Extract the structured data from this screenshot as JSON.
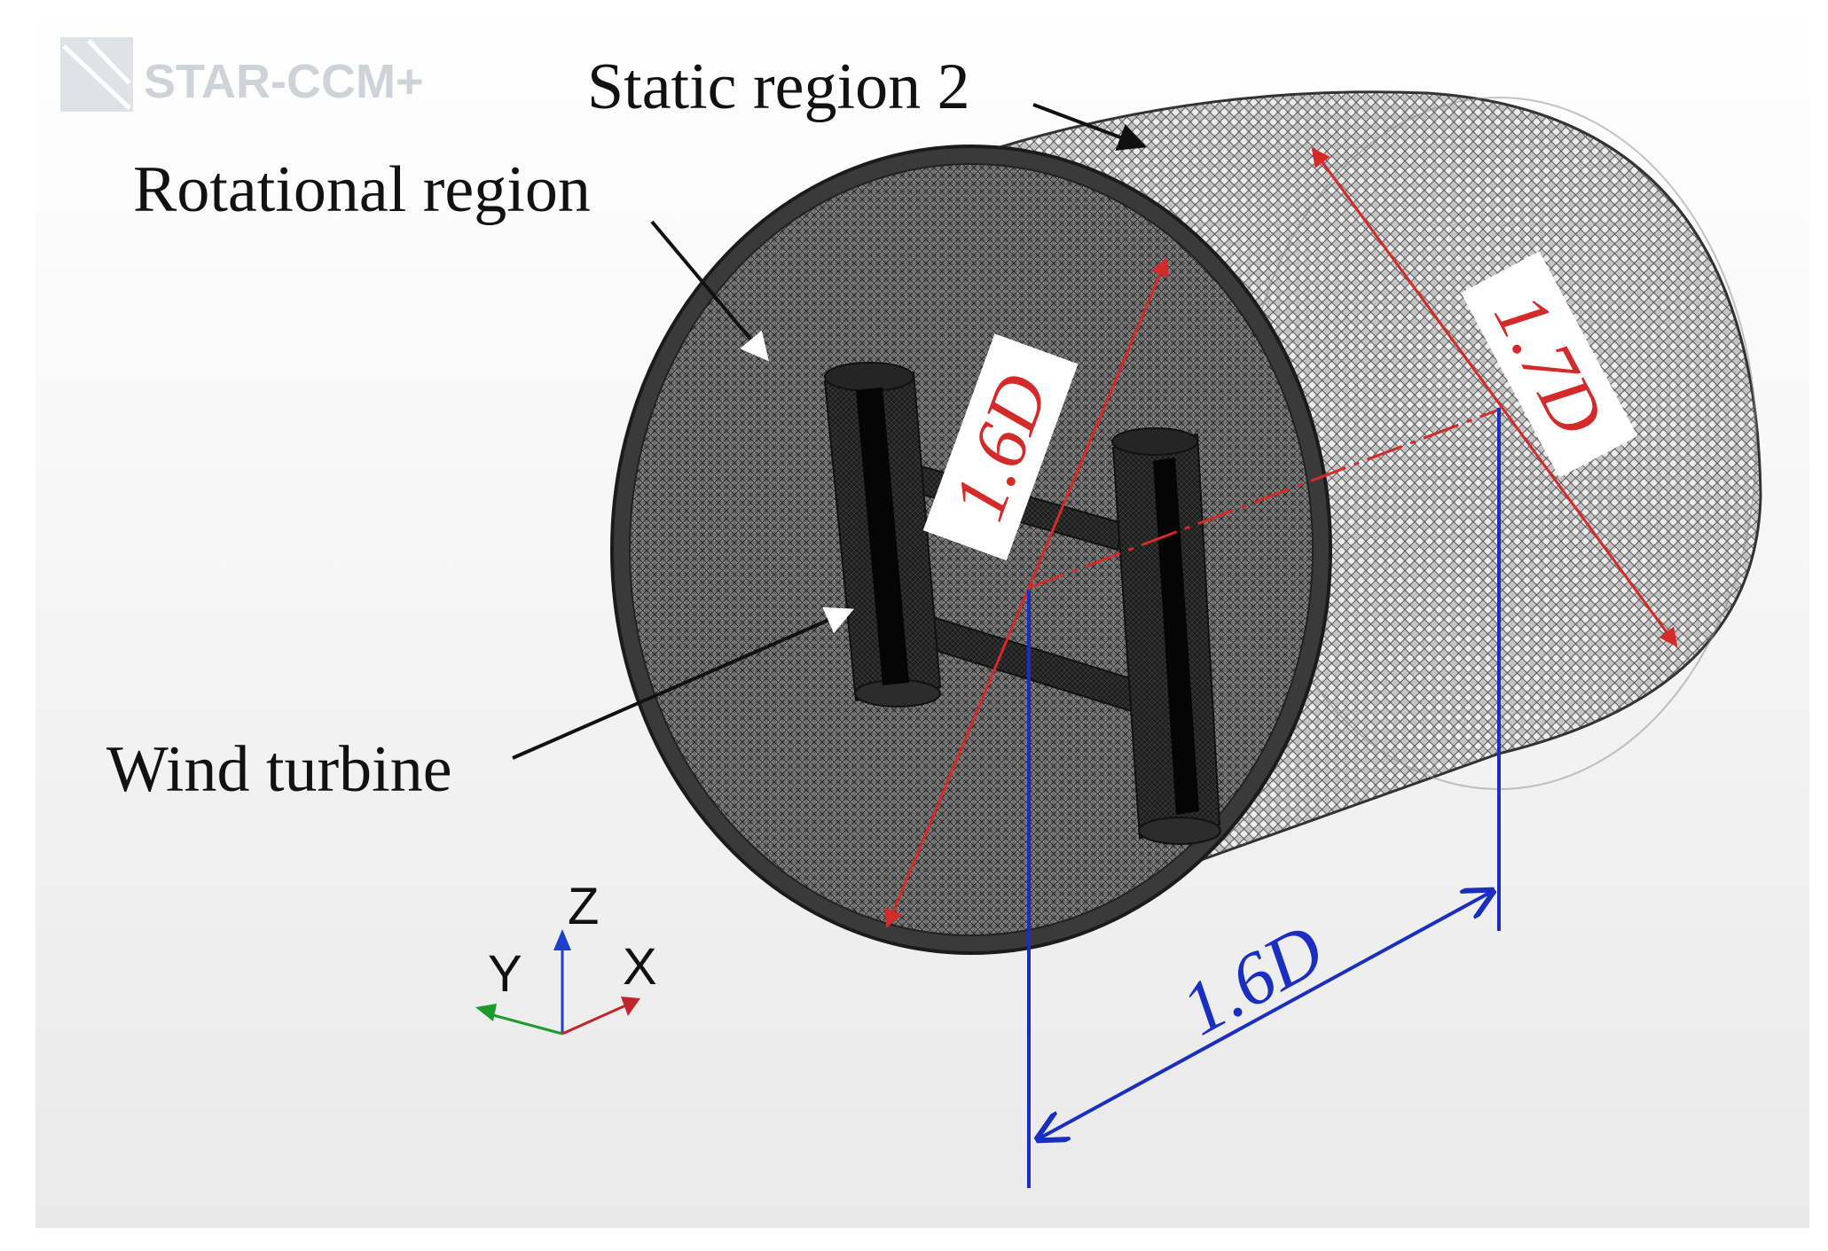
{
  "software": {
    "logo_text": "STAR-CCM+"
  },
  "labels": {
    "static_region": "Static region 2",
    "rotational_region": "Rotational region",
    "wind_turbine": "Wind turbine"
  },
  "dimensions": {
    "diameter_inner": "1.6D",
    "diameter_outer": "1.7D",
    "length": "1.6D"
  },
  "axes": {
    "z": "Z",
    "y": "Y",
    "x": "X"
  },
  "colors": {
    "dimension_red": "#d42a2a",
    "dimension_blue": "#1a2fbf",
    "axis_x": "#c0262b",
    "axis_y": "#1e9a2e",
    "axis_z": "#1d3fcc"
  }
}
